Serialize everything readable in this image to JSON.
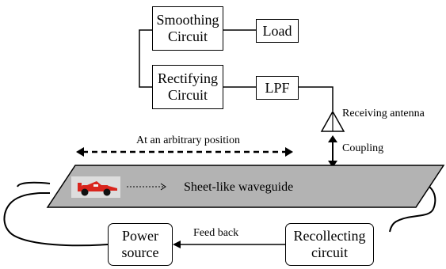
{
  "blocks": {
    "smoothing": "Smoothing\nCircuit",
    "load": "Load",
    "rectifying": "Rectifying\nCircuit",
    "lpf": "LPF",
    "power_source": "Power\nsource",
    "recollecting": "Recollecting\ncircuit"
  },
  "labels": {
    "receiving_antenna": "Receiving antenna",
    "coupling": "Coupling",
    "arbitrary_position": "At an arbitrary position",
    "waveguide": "Sheet-like waveguide",
    "feed_back": "Feed back"
  },
  "icons": {
    "vehicle": "race-car-icon",
    "antenna": "antenna-icon"
  },
  "colors": {
    "waveguide_fill": "#b3b3b3",
    "car_red": "#d9251d"
  }
}
